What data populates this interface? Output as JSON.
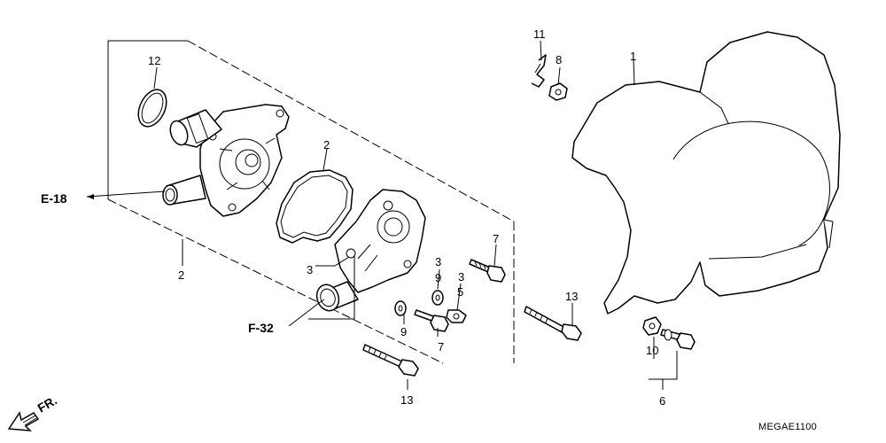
{
  "callouts": {
    "c1": "1",
    "c2a": "2",
    "c2b": "2",
    "c3a": "3",
    "c3b": "3",
    "c3c": "3",
    "c5": "5",
    "c6": "6",
    "c7a": "7",
    "c7b": "7",
    "c8": "8",
    "c9a": "9",
    "c9b": "9",
    "c10": "10",
    "c11": "11",
    "c12": "12",
    "c13a": "13",
    "c13b": "13"
  },
  "references": {
    "e18": "E-18",
    "f32": "F-32"
  },
  "direction": {
    "label": "FR."
  },
  "diagram_code": "MEGAE1100"
}
